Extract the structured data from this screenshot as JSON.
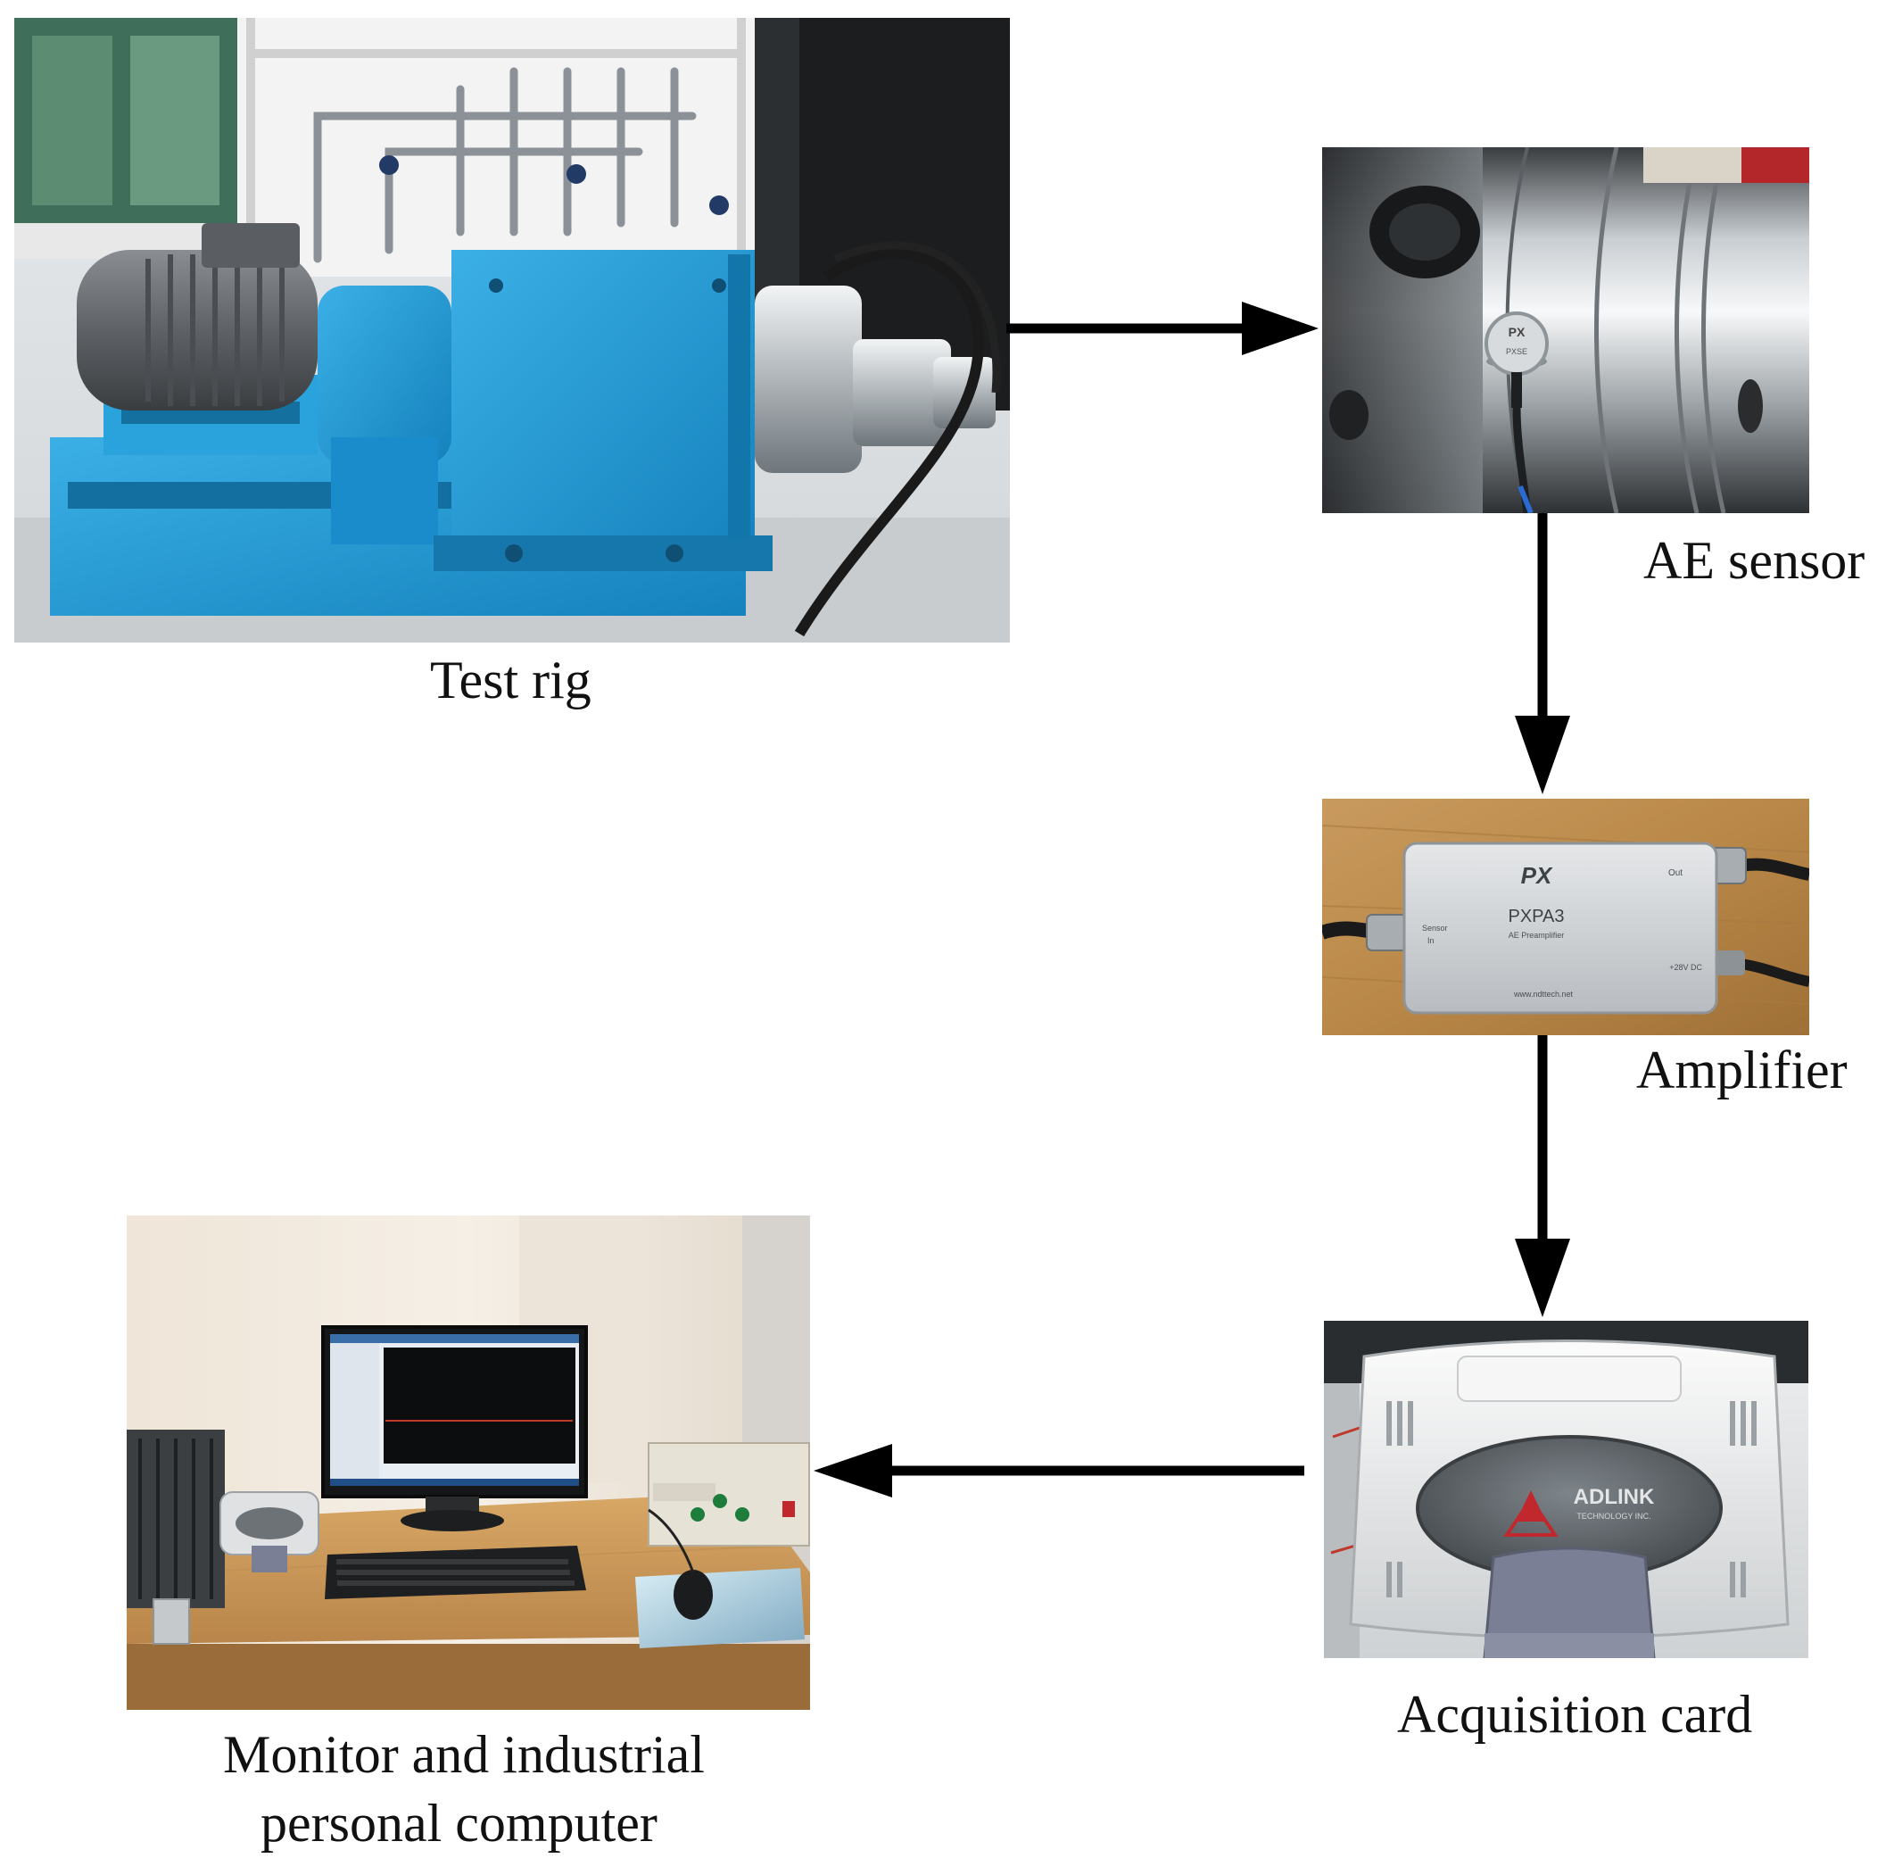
{
  "nodes": {
    "test_rig": {
      "caption": "Test rig"
    },
    "ae_sensor": {
      "caption": "AE sensor",
      "device_logo": "PX",
      "device_text": "PXSE"
    },
    "amplifier": {
      "caption": "Amplifier",
      "device_logo": "PX",
      "device_model": "PXPA3",
      "device_subtitle": "AE Preamplifier",
      "port_out": "Out",
      "port_in_line1": "Sensor",
      "port_in_line2": "In",
      "port_power": "+28V DC",
      "device_url": "www.ndttech.net"
    },
    "acquisition_card": {
      "caption": "Acquisition card",
      "device_brand": "ADLINK",
      "device_brand_sub": "TECHNOLOGY INC."
    },
    "computer": {
      "caption_line1": "Monitor and industrial",
      "caption_line2": "personal computer"
    }
  },
  "flow": [
    "test_rig",
    "ae_sensor",
    "amplifier",
    "acquisition_card",
    "computer"
  ],
  "colors": {
    "rig_blue": "#1f9ad6",
    "arrow": "#000000",
    "caption": "#111111"
  }
}
